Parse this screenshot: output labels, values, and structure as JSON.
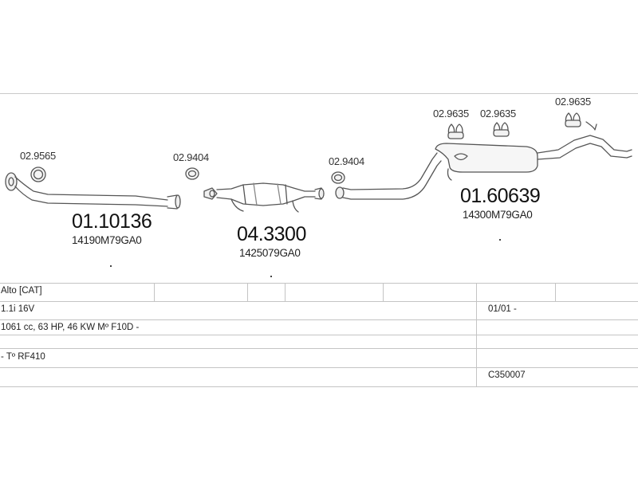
{
  "parts": [
    {
      "id": "p1",
      "code": "01.10136",
      "oem": "14190M79GA0",
      "gasket": "02.9565"
    },
    {
      "id": "p2",
      "code": "04.3300",
      "oem": "1425079GA0",
      "gasket": "02.9404"
    },
    {
      "id": "p3",
      "code": "01.60639",
      "oem": "14300M79GA0",
      "gasket": "02.9404",
      "hangers": [
        "02.9635",
        "02.9635",
        "02.9635"
      ]
    }
  ],
  "table": {
    "rows": [
      {
        "left": "Alto  [CAT]",
        "right": ""
      },
      {
        "left": "1.1i 16V",
        "right": "01/01 -"
      },
      {
        "left": "1061 cc, 63 HP, 46 KW Mº F10D -",
        "right": ""
      },
      {
        "left": "- Tº RF410",
        "right": ""
      },
      {
        "left": "",
        "right": "C350007"
      }
    ]
  }
}
